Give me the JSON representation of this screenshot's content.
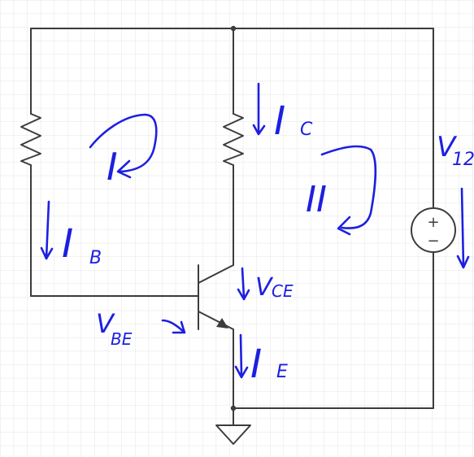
{
  "colors": {
    "background": "#ffffff",
    "grid": "#e4e4e4",
    "wire": "#3c3c3c",
    "ink": "#1d1fe0"
  },
  "annotations": {
    "loop_1": "I",
    "loop_2": "II",
    "i_c": "I",
    "i_c_sub": "C",
    "i_b": "I",
    "i_b_sub": "B",
    "i_e": "I",
    "i_e_sub": "E",
    "v_ce": "V",
    "v_ce_sub": "CE",
    "v_be": "V",
    "v_be_sub": "BE",
    "v_source": "V",
    "v_source_sub": "12"
  },
  "components": {
    "source_plus": "+",
    "source_minus": "−"
  },
  "icons": [
    "resistor-icon",
    "npn-transistor-icon",
    "voltage-source-icon",
    "ground-icon"
  ]
}
